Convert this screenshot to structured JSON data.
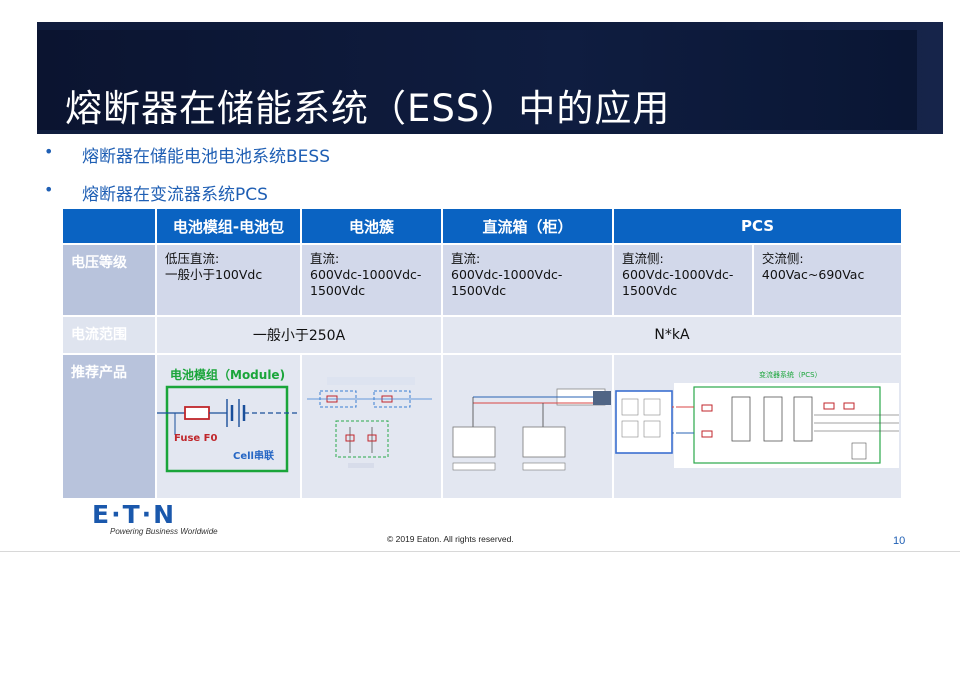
{
  "title": "熔断器在储能系统（ESS）中的应用",
  "bullets": [
    {
      "marker": "•",
      "text": "熔断器在储能电池电池系统BESS"
    },
    {
      "marker": "•",
      "text": "熔断器在变流器系统PCS"
    }
  ],
  "table": {
    "headers": [
      "",
      "电池模组-电池包",
      "电池簇",
      "直流箱（柜）",
      "PCS"
    ],
    "voltage": {
      "label": "电压等级",
      "module": [
        "低压直流:",
        "一般小于100Vdc"
      ],
      "cluster": [
        "直流:",
        "600Vdc-1000Vdc-",
        "1500Vdc"
      ],
      "dcbox": [
        "直流:",
        "600Vdc-1000Vdc-",
        "1500Vdc"
      ],
      "pcs_dc": [
        "直流侧:",
        "600Vdc-1000Vdc-",
        "1500Vdc"
      ],
      "pcs_ac": [
        "交流侧:",
        "400Vac~690Vac"
      ]
    },
    "current": {
      "label": "电流范围",
      "low": "一般小于250A",
      "high": "N*kA"
    },
    "products": {
      "label": "推荐产品",
      "module_title": "电池模组（Module)",
      "fuse_label": "Fuse F0",
      "cell_label": "Cell串联",
      "pcs_diagram_title": "变流器系统（PCS）"
    }
  },
  "footer": {
    "logo": "E·T·N",
    "tagline": "Powering Business Worldwide",
    "copyright": "© 2019 Eaton. All rights reserved.",
    "page": "10"
  },
  "colors": {
    "banner": "#0c1a3a",
    "header_blue": "#0a63c2",
    "accent_blue": "#1f5fb4",
    "module_green": "#1aa53a",
    "fuse_red": "#c0262b"
  }
}
